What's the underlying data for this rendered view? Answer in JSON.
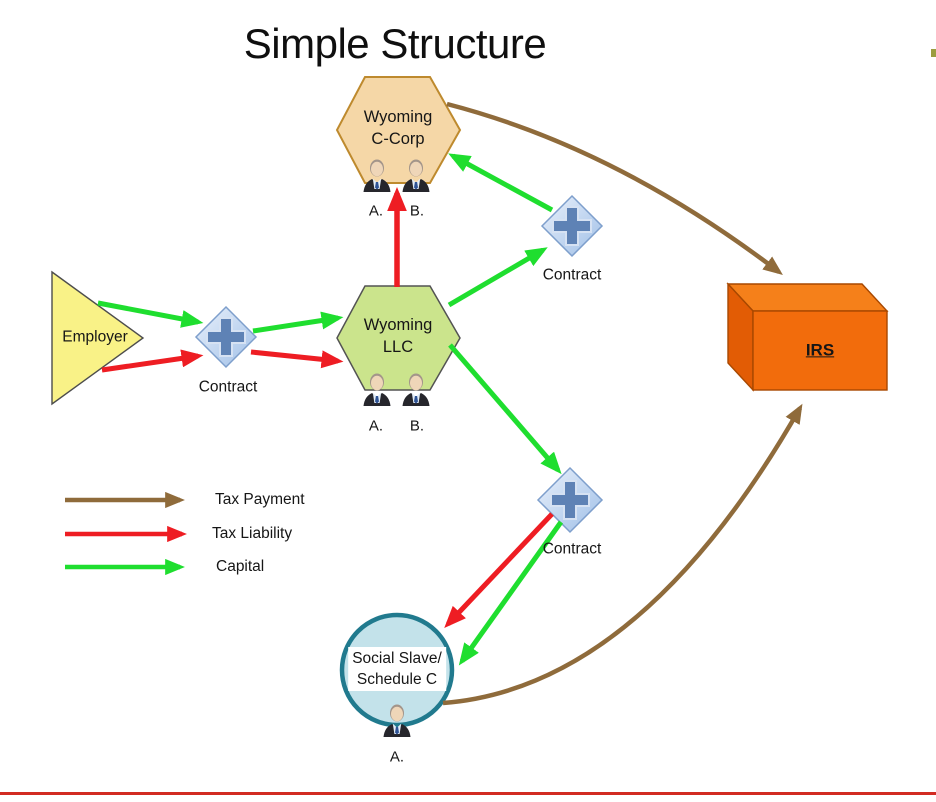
{
  "title": "Simple Structure",
  "nodes": {
    "wyoming_c_corp": {
      "name_line1": "Wyoming",
      "name_line2": "C-Corp",
      "member_a": "A.",
      "member_b": "B.",
      "fill": "#F5D7A7",
      "border": "#BE8A2E"
    },
    "wyoming_llc": {
      "name_line1": "Wyoming",
      "name_line2": "LLC",
      "member_a": "A.",
      "member_b": "B.",
      "fill": "#CBE48C",
      "border": "#535353"
    },
    "employer": {
      "name": "Employer",
      "fill": "#F9F287",
      "border": "#4D4D4D"
    },
    "irs": {
      "name": "IRS",
      "fill_front": "#F26C0C",
      "fill_top": "#F5801A",
      "fill_side": "#E25C05",
      "border": "#A84800"
    },
    "social_slave": {
      "name_line1": "Social Slave/",
      "name_line2": "Schedule C",
      "member_a": "A.",
      "fill": "#C3E2EA",
      "border": "#217A8E"
    },
    "contract_left": {
      "name": "Contract"
    },
    "contract_upper_right": {
      "name": "Contract"
    },
    "contract_lower": {
      "name": "Contract"
    }
  },
  "legend": {
    "tax_payment": "Tax Payment",
    "tax_liability": "Tax Liability",
    "capital": "Capital"
  },
  "edge_colors": {
    "tax_payment": "#8F6B3B",
    "tax_liability": "#EE1D23",
    "capital": "#1FDE2F"
  },
  "misc": {
    "bottom_line_color": "#D22B22",
    "edge_mark_color": "#9C9C3F"
  }
}
